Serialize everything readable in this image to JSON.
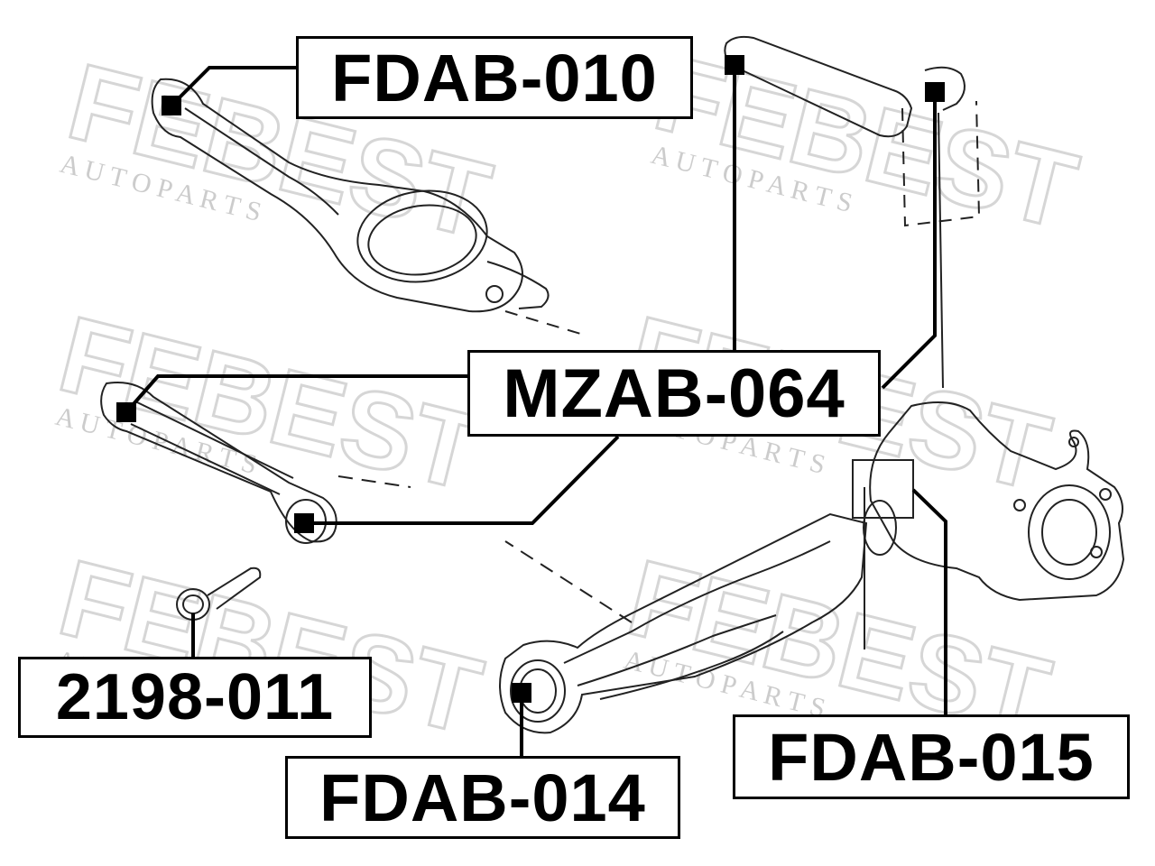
{
  "watermark": {
    "brand": "FEBEST",
    "tagline": "A U T O   P A R T S"
  },
  "colors": {
    "ink": "#000000",
    "watermark": "#dadada",
    "background": "#ffffff"
  },
  "part_labels": {
    "fdab_010": "FDAB-010",
    "mzab_064": "MZAB-064",
    "2198_011": "2198-011",
    "fdab_014": "FDAB-014",
    "fdab_015": "FDAB-015"
  }
}
